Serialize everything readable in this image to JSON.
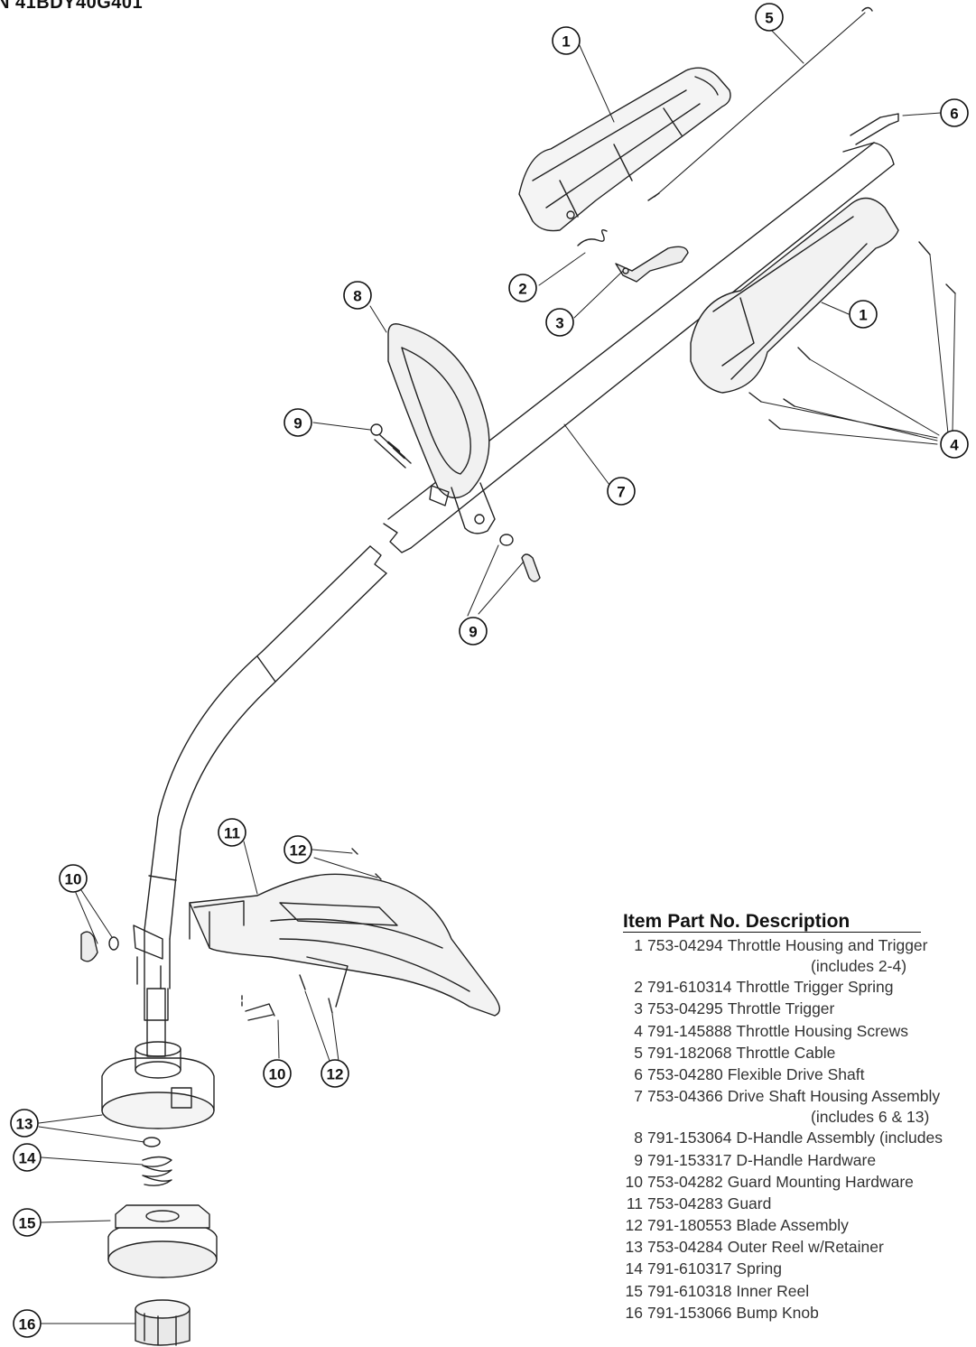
{
  "title": "N 41BDY40G401",
  "callouts": [
    "1",
    "5",
    "6",
    "2",
    "3",
    "1",
    "8",
    "9",
    "7",
    "4",
    "9",
    "11",
    "12",
    "10",
    "10",
    "12",
    "13",
    "14",
    "15",
    "16"
  ],
  "parts_header": {
    "item": "Item",
    "part_no": "Part No.",
    "description": "Description"
  },
  "parts": [
    {
      "item": "1",
      "part_no": "753-04294",
      "description": "Throttle Housing and Trigger",
      "note": "(includes 2-4)"
    },
    {
      "item": "2",
      "part_no": "791-610314",
      "description": "Throttle Trigger Spring"
    },
    {
      "item": "3",
      "part_no": "753-04295",
      "description": "Throttle Trigger"
    },
    {
      "item": "4",
      "part_no": "791-145888",
      "description": "Throttle Housing Screws"
    },
    {
      "item": "5",
      "part_no": "791-182068",
      "description": "Throttle Cable"
    },
    {
      "item": "6",
      "part_no": "753-04280",
      "description": "Flexible Drive Shaft"
    },
    {
      "item": "7",
      "part_no": "753-04366",
      "description": "Drive Shaft Housing Assembly",
      "note": "(includes 6 & 13)"
    },
    {
      "item": "8",
      "part_no": "791-153064",
      "description": "D-Handle Assembly (includes"
    },
    {
      "item": "9",
      "part_no": "791-153317",
      "description": "D-Handle Hardware"
    },
    {
      "item": "10",
      "part_no": "753-04282",
      "description": "Guard Mounting Hardware"
    },
    {
      "item": "11",
      "part_no": "753-04283",
      "description": "Guard"
    },
    {
      "item": "12",
      "part_no": "791-180553",
      "description": "Blade Assembly"
    },
    {
      "item": "13",
      "part_no": "753-04284",
      "description": "Outer Reel w/Retainer"
    },
    {
      "item": "14",
      "part_no": "791-610317",
      "description": "Spring"
    },
    {
      "item": "15",
      "part_no": "791-610318",
      "description": "Inner Reel"
    },
    {
      "item": "16",
      "part_no": "791-153066",
      "description": "Bump Knob"
    }
  ]
}
